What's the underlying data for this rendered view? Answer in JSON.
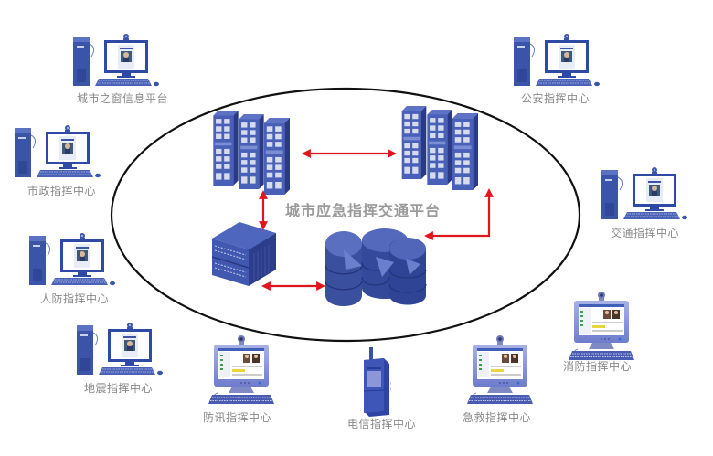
{
  "diagram": {
    "platform_title": "城市应急指挥交通平台",
    "colors": {
      "device_blue": "#3a4f9e",
      "device_dark": "#283a82",
      "arrow_red": "#e0161e",
      "ellipse_stroke": "#111111",
      "label_gray": "#8a8a8a"
    },
    "platform_components": [
      {
        "id": "server-rack-left",
        "type": "server-rack",
        "icon": "server-rack-icon"
      },
      {
        "id": "server-rack-right",
        "type": "server-rack",
        "icon": "server-rack-icon"
      },
      {
        "id": "network-switch",
        "type": "switch",
        "icon": "network-switch-icon"
      },
      {
        "id": "database-cluster",
        "type": "database",
        "icon": "database-icon"
      }
    ],
    "links": [
      {
        "from": "server-rack-left",
        "to": "server-rack-right",
        "style": "bidirectional"
      },
      {
        "from": "server-rack-left",
        "to": "network-switch",
        "style": "bidirectional"
      },
      {
        "from": "network-switch",
        "to": "database-cluster",
        "style": "bidirectional"
      },
      {
        "from": "database-cluster",
        "to": "server-rack-right",
        "style": "bidirectional"
      }
    ],
    "nodes": [
      {
        "label": "城市之窗信息平台",
        "device": "desktop-pc"
      },
      {
        "label": "公安指挥中心",
        "device": "desktop-pc"
      },
      {
        "label": "市政指挥中心",
        "device": "desktop-pc"
      },
      {
        "label": "交通指挥中心",
        "device": "desktop-pc"
      },
      {
        "label": "人防指挥中心",
        "device": "desktop-pc"
      },
      {
        "label": "消防指挥中心",
        "device": "crt-monitor"
      },
      {
        "label": "地震指挥中心",
        "device": "desktop-pc"
      },
      {
        "label": "防讯指挥中心",
        "device": "crt-monitor"
      },
      {
        "label": "电信指挥中心",
        "device": "mobile-phone"
      },
      {
        "label": "急救指挥中心",
        "device": "crt-monitor"
      }
    ]
  }
}
